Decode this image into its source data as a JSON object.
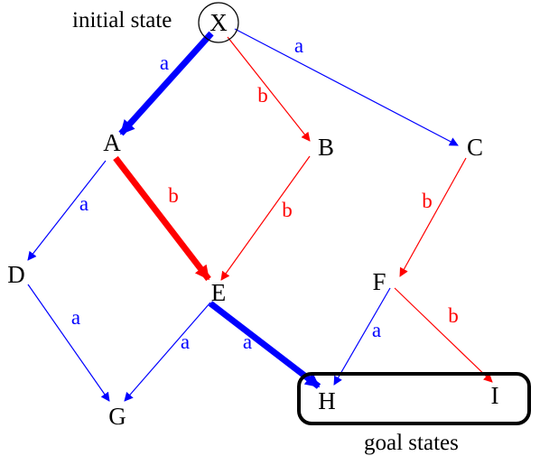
{
  "colors": {
    "a": "#0000ff",
    "b": "#ff0000",
    "text": "#000000",
    "box": "#000000"
  },
  "initial_label": "initial state",
  "goal_label": "goal states",
  "nodes": [
    {
      "id": "X",
      "label": "X",
      "initial": true
    },
    {
      "id": "A",
      "label": "A"
    },
    {
      "id": "B",
      "label": "B"
    },
    {
      "id": "C",
      "label": "C"
    },
    {
      "id": "D",
      "label": "D"
    },
    {
      "id": "E",
      "label": "E"
    },
    {
      "id": "F",
      "label": "F"
    },
    {
      "id": "G",
      "label": "G"
    },
    {
      "id": "H",
      "label": "H",
      "goal": true
    },
    {
      "id": "I",
      "label": "I",
      "goal": true
    }
  ],
  "edges": [
    {
      "from": "X",
      "to": "A",
      "label": "a",
      "highlighted": true
    },
    {
      "from": "X",
      "to": "B",
      "label": "b",
      "highlighted": false
    },
    {
      "from": "X",
      "to": "C",
      "label": "a",
      "highlighted": false
    },
    {
      "from": "A",
      "to": "D",
      "label": "a",
      "highlighted": false
    },
    {
      "from": "A",
      "to": "E",
      "label": "b",
      "highlighted": true
    },
    {
      "from": "B",
      "to": "E",
      "label": "b",
      "highlighted": false
    },
    {
      "from": "C",
      "to": "F",
      "label": "b",
      "highlighted": false
    },
    {
      "from": "D",
      "to": "G",
      "label": "a",
      "highlighted": false
    },
    {
      "from": "E",
      "to": "G",
      "label": "a",
      "highlighted": false
    },
    {
      "from": "E",
      "to": "H",
      "label": "a",
      "highlighted": true
    },
    {
      "from": "F",
      "to": "H",
      "label": "a",
      "highlighted": false
    },
    {
      "from": "F",
      "to": "I",
      "label": "b",
      "highlighted": false
    }
  ]
}
